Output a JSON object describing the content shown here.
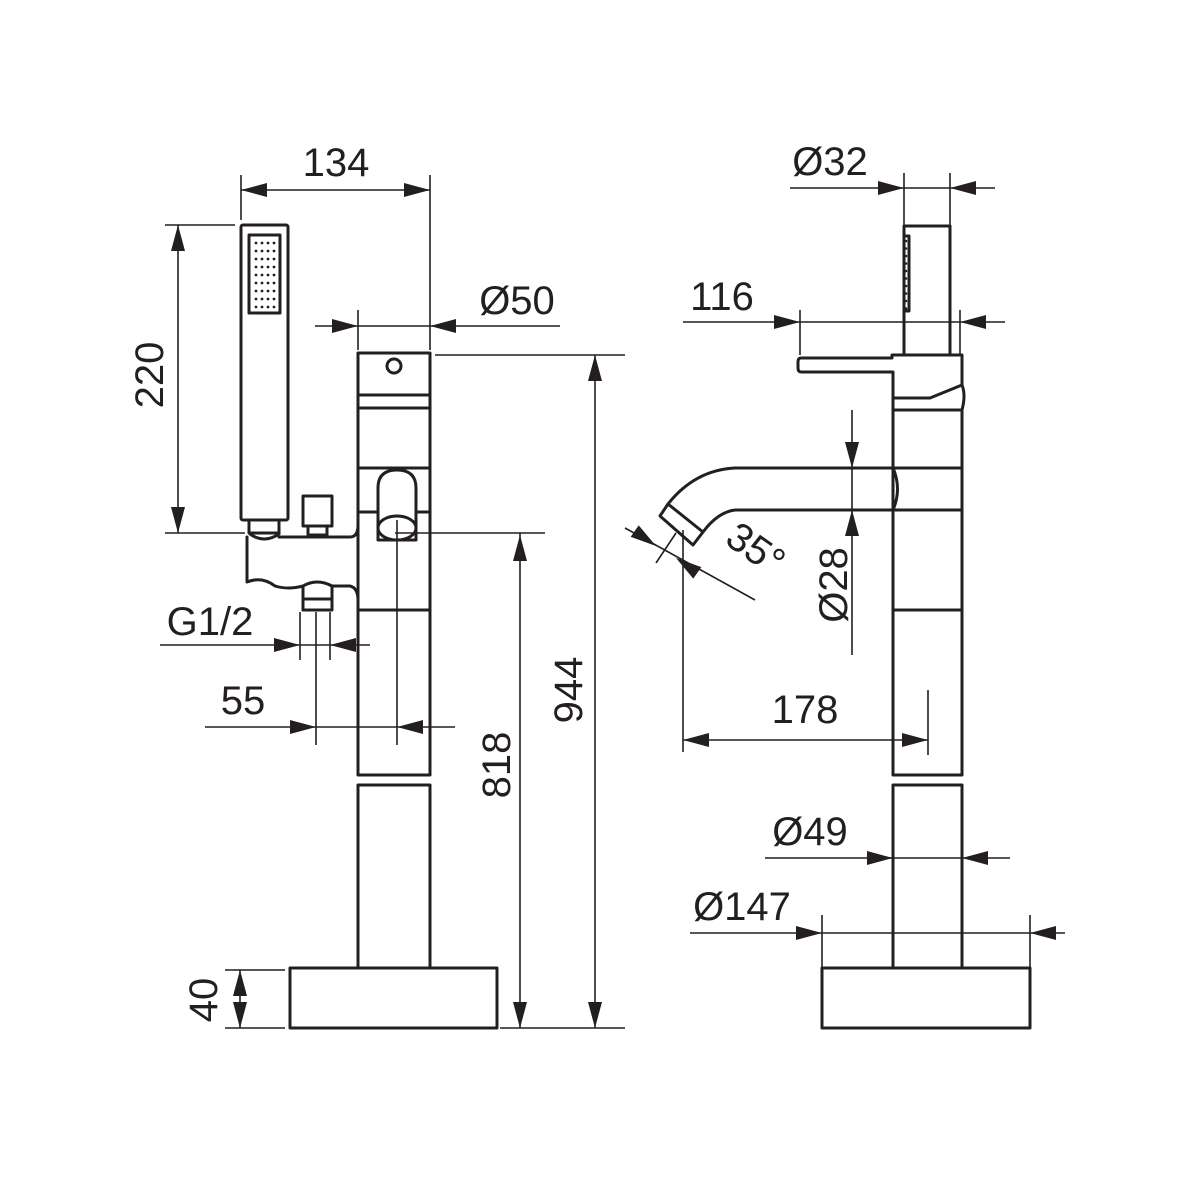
{
  "title": "Freestanding bath mixer technical drawing",
  "colors": {
    "line": "#231f20",
    "background": "#ffffff"
  },
  "front_view": {
    "dims": {
      "handshower_width": "134",
      "handshower_height": "220",
      "body_diameter": "Ø50",
      "total_height": "944",
      "spout_height": "818",
      "thread": "G1/2",
      "outlet_offset": "55",
      "base_height": "40"
    }
  },
  "side_view": {
    "dims": {
      "handshower_diameter": "Ø32",
      "lever_length": "116",
      "spout_diameter": "Ø28",
      "spout_angle": "35°",
      "spout_reach": "178",
      "column_diameter": "Ø49",
      "base_diameter": "Ø147"
    }
  }
}
